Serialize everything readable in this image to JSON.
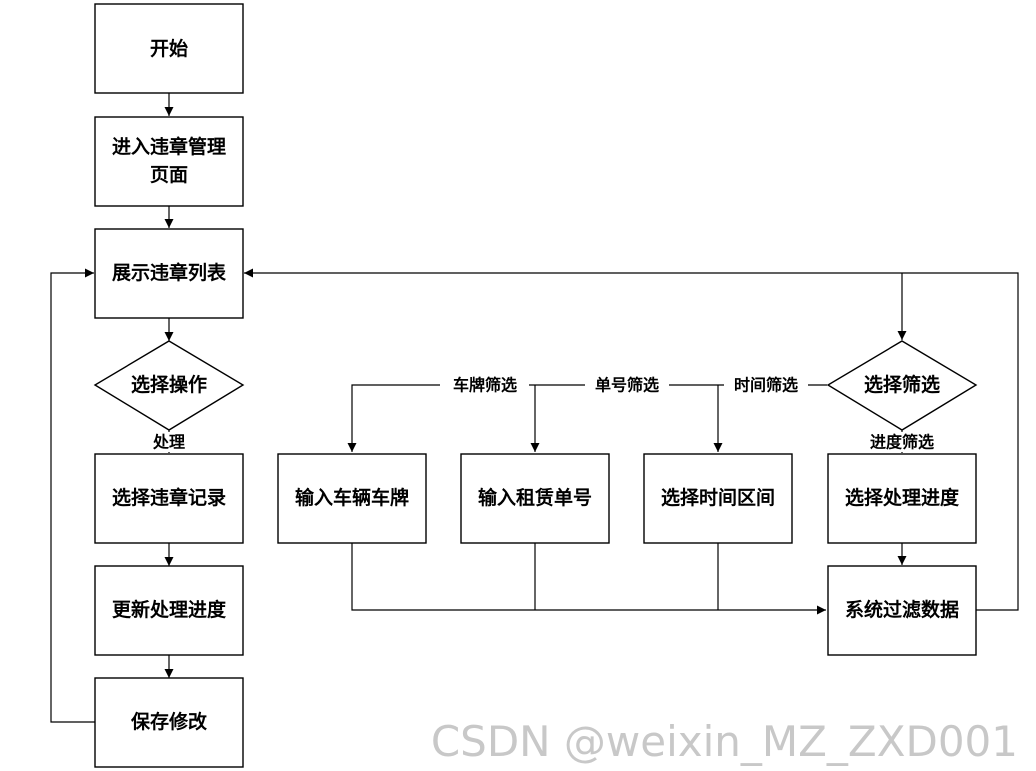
{
  "nodes": {
    "start": "开始",
    "enter_page": [
      "进入违章管理",
      "页面"
    ],
    "show_list": "展示违章列表",
    "choose_op": "选择操作",
    "select_record": "选择违章记录",
    "update_progress": "更新处理进度",
    "save_changes": "保存修改",
    "choose_filter": "选择筛选",
    "input_plate": "输入车辆车牌",
    "input_order": "输入租赁单号",
    "select_time": "选择时间区间",
    "select_progress": "选择处理进度",
    "system_filter": "系统过滤数据"
  },
  "edges": {
    "process": "处理",
    "plate_filter": "车牌筛选",
    "order_filter": "单号筛选",
    "time_filter": "时间筛选",
    "progress_filter": "进度筛选"
  },
  "watermark": "CSDN @weixin_MZ_ZXD001"
}
